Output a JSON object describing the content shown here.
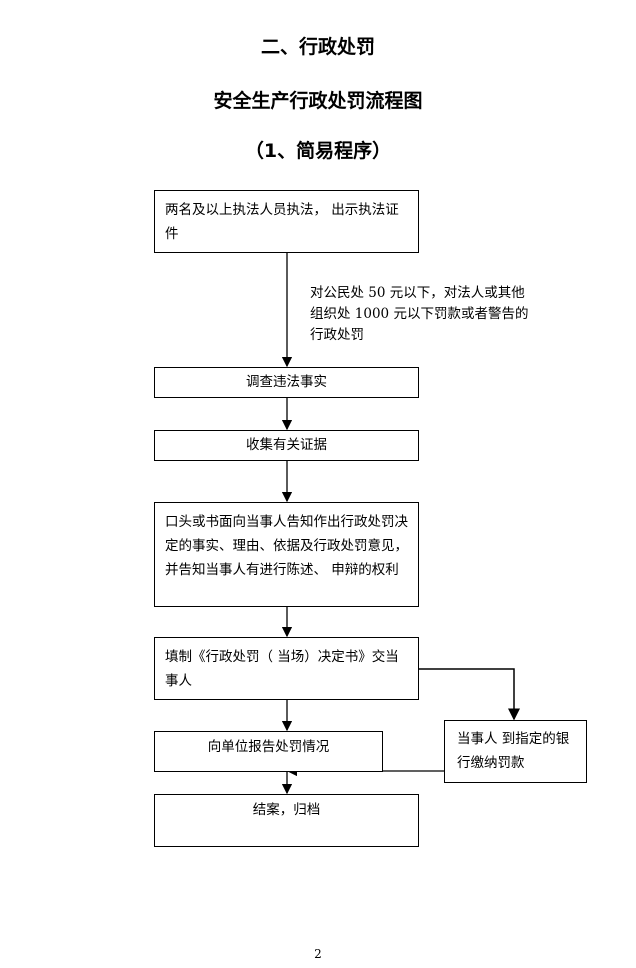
{
  "headings": {
    "section": "二、行政处罚",
    "title": "安全生产行政处罚流程图",
    "subtitle": "（1、简易程序）"
  },
  "flow": {
    "step1": "两名及以上执法人员执法， 出示执法证件",
    "condition_note": "对公民处 50 元以下，对法人或其他组织处 1000 元以下罚款或者警告的行政处罚",
    "step2": "调查违法事实",
    "step3": "收集有关证据",
    "step4": "口头或书面向当事人告知作出行政处罚决定的事实、理由、依据及行政处罚意见，并告知当事人有进行陈述、 申辩的权利",
    "step5": "填制《行政处罚（ 当场）决定书》交当事人",
    "step6": "向单位报告处罚情况",
    "side_step": "当事人 到指定的银行缴纳罚款",
    "step7": "结案，归档"
  },
  "page_number": "2"
}
